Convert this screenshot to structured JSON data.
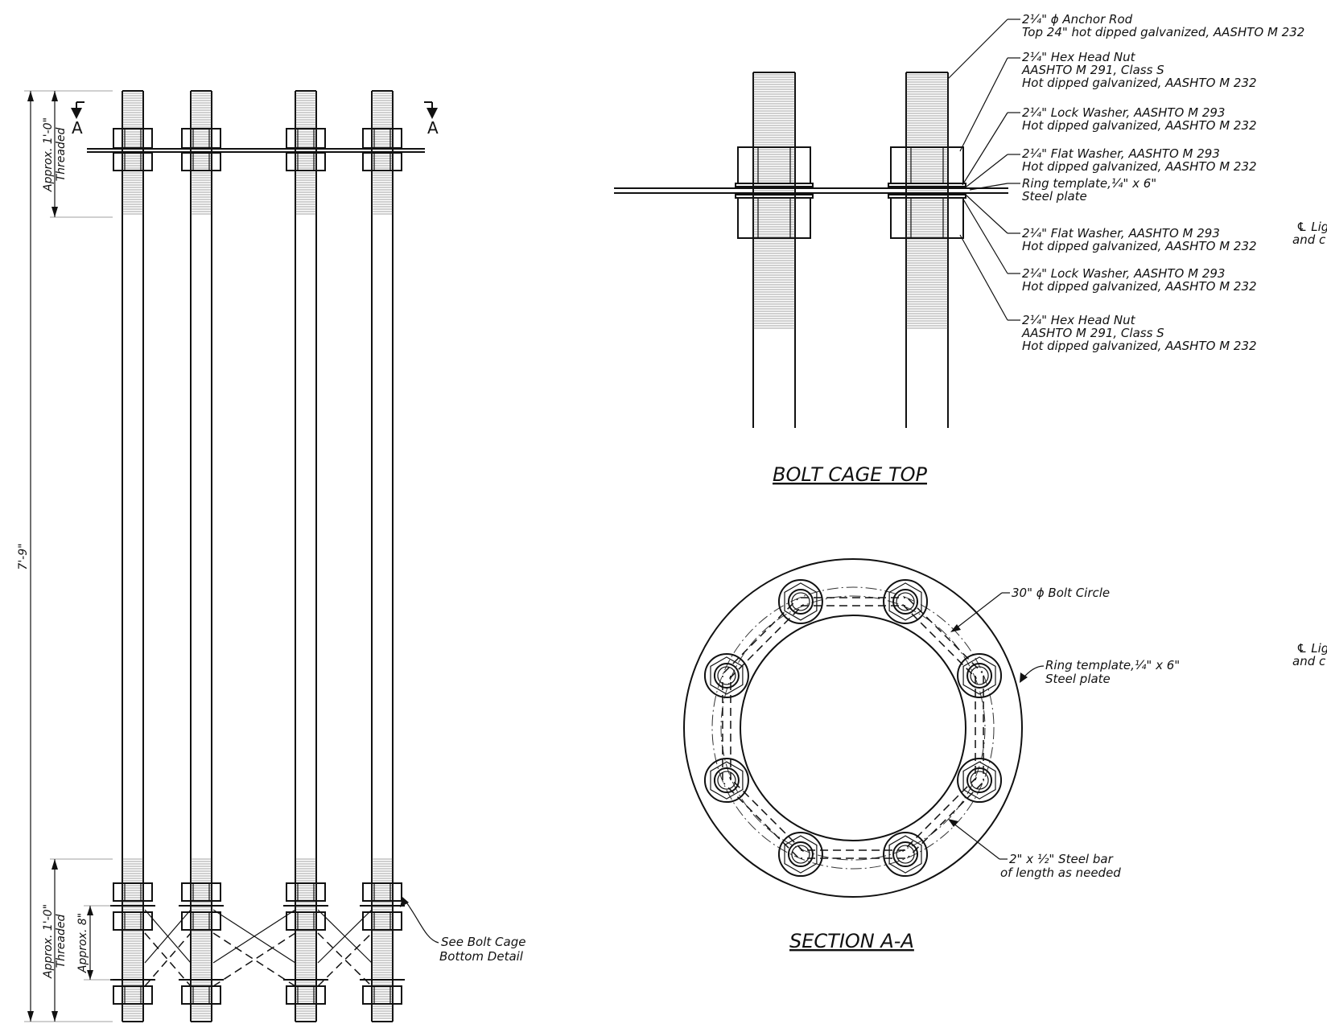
{
  "elevation": {
    "overall_height": "7'-9\"",
    "top_threaded": [
      "Approx. 1'-0\"",
      "Threaded"
    ],
    "bottom_threaded": [
      "Approx. 1'-0\"",
      "Threaded"
    ],
    "bottom_spacing": "Approx. 8\"",
    "section_mark": "A",
    "bottom_detail_note": [
      "See Bolt Cage",
      "Bottom Detail"
    ]
  },
  "bolt_cage_top": {
    "title": "BOLT CAGE TOP",
    "callouts": [
      [
        "2¼\" ϕ Anchor Rod",
        "Top 24\" hot dipped galvanized, AASHTO M 232"
      ],
      [
        "2¼\" Hex Head Nut",
        "AASHTO M 291, Class S",
        "Hot dipped galvanized, AASHTO M 232"
      ],
      [
        "2¼\" Lock Washer, AASHTO M 293",
        "Hot dipped galvanized, AASHTO M 232"
      ],
      [
        "2¼\" Flat Washer, AASHTO M 293",
        "Hot dipped galvanized, AASHTO M 232"
      ],
      [
        "Ring template,¼\" x 6\"",
        "Steel plate"
      ],
      [
        "2¼\" Flat Washer, AASHTO M 293",
        "Hot dipped galvanized, AASHTO M 232"
      ],
      [
        "2¼\" Lock Washer, AASHTO M 293",
        "Hot dipped galvanized, AASHTO M 232"
      ],
      [
        "2¼\" Hex Head Nut",
        "AASHTO M 291, Class S",
        "Hot dipped galvanized, AASHTO M 232"
      ]
    ]
  },
  "section_aa": {
    "title": "SECTION A-A",
    "callouts": [
      [
        "30\" ϕ Bolt Circle"
      ],
      [
        "Ring template,¼\" x 6\"",
        "Steel plate"
      ],
      [
        "2\" x ½\" Steel bar",
        "of length as needed"
      ]
    ]
  },
  "edge_notes": [
    [
      "℄ Lig",
      "and c"
    ],
    [
      "℄ Lig",
      "and c"
    ]
  ]
}
